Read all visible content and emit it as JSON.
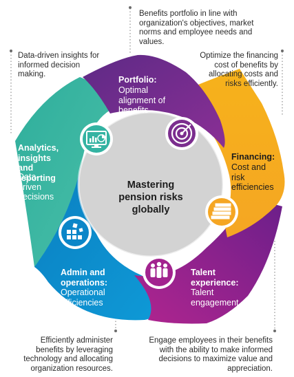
{
  "center": {
    "title": "Mastering pension risks globally"
  },
  "segments": {
    "portfolio": {
      "title": "Portfolio:",
      "subtitle": "Optimal alignment of benefits",
      "icon": "target-icon",
      "color": "#7b2d8e",
      "note": "Benefits portfolio in line with organization's objectives, market norms and employee needs and values."
    },
    "financing": {
      "title": "Financing:",
      "subtitle": "Cost and risk efficiencies",
      "icon": "money-stack-icon",
      "color": "#f6b21b",
      "note": "Optimize the financing cost of benefits by allocating costs and risks efficiently."
    },
    "talent": {
      "title": "Talent experience:",
      "subtitle": "Talent engagement",
      "icon": "people-group-icon",
      "color": "#a2238f",
      "note": "Engage employees in their benefits with the ability to make informed decisions to maximize value and appreciation."
    },
    "admin": {
      "title": "Admin and operations:",
      "subtitle": "Operational efficiencies",
      "icon": "blocks-icon",
      "color": "#0b86c8",
      "note": "Efficiently administer benefits by leveraging technology and allocating organization resources."
    },
    "analytics": {
      "title": "Analytics, insights and reporting",
      "subtitle": "Data-driven decisions",
      "icon": "dashboard-monitor-icon",
      "color": "#34b3a2",
      "note": "Data-driven insights for informed decision making."
    }
  },
  "colors": {
    "hub": "#d3d3d3",
    "connector_dots": "#777777"
  }
}
